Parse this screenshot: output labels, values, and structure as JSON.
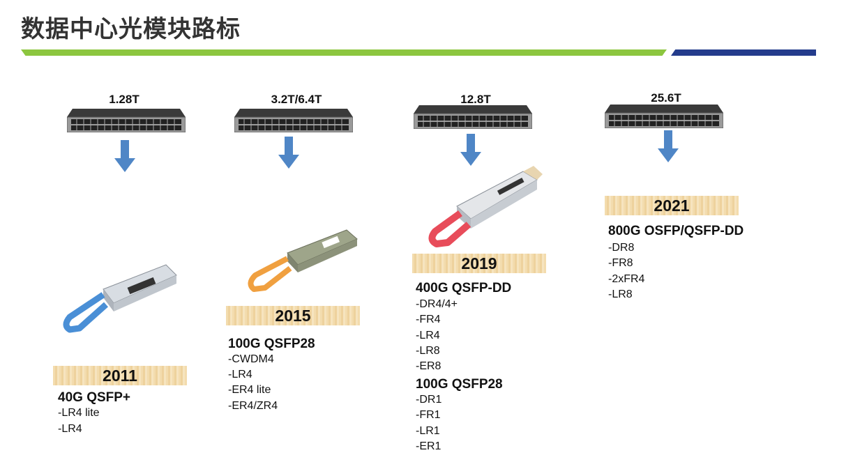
{
  "page": {
    "title": "数据中心光模块路标"
  },
  "milestones": [
    {
      "speed": "1.28T",
      "year": "2011",
      "module_color": "#4a8fd6",
      "groups": [
        {
          "title": "40G QSFP+",
          "items": [
            "-LR4 lite",
            "-LR4"
          ]
        }
      ]
    },
    {
      "speed": "3.2T/6.4T",
      "year": "2015",
      "module_color": "#f0a040",
      "groups": [
        {
          "title": "100G QSFP28",
          "items": [
            "-CWDM4",
            "-LR4",
            "-ER4 lite",
            "-ER4/ZR4"
          ]
        }
      ]
    },
    {
      "speed": "12.8T",
      "year": "2019",
      "module_color": "#e84c5a",
      "groups": [
        {
          "title": "400G QSFP-DD",
          "items": [
            "-DR4/4+",
            "-FR4",
            "-LR4",
            "-LR8",
            "-ER8"
          ]
        },
        {
          "title": "100G QSFP28",
          "items": [
            "-DR1",
            "-FR1",
            "-LR1",
            "-ER1"
          ]
        }
      ]
    },
    {
      "speed": "25.6T",
      "year": "2021",
      "groups": [
        {
          "title": "800G OSFP/QSFP-DD",
          "items": [
            "-DR8",
            "-FR8",
            "-2xFR4",
            "-LR8"
          ]
        }
      ]
    }
  ],
  "colors": {
    "accent_green": "#8cc63f",
    "accent_blue": "#243c8c",
    "arrow": "#4f86c6"
  }
}
